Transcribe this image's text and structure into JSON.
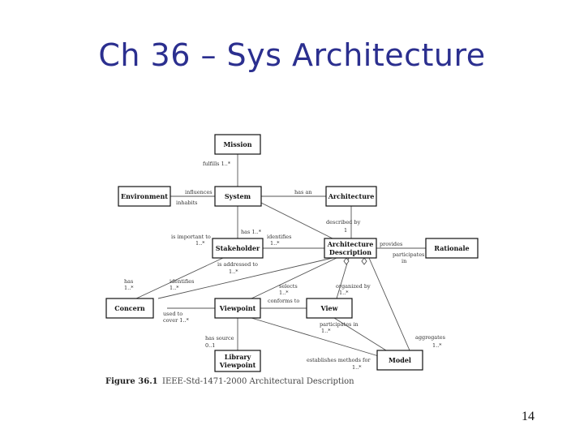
{
  "slide": {
    "title": "Ch 36 – Sys Architecture",
    "page_number": "14"
  },
  "figure": {
    "number": "Figure 36.1",
    "caption": "IEEE-Std-1471-2000 Architectural Description"
  },
  "boxes": {
    "mission": "Mission",
    "environment": "Environment",
    "system": "System",
    "architecture": "Architecture",
    "stakeholder": "Stakeholder",
    "arch_desc_1": "Architecture",
    "arch_desc_2": "Description",
    "rationale": "Rationale",
    "concern": "Concern",
    "viewpoint": "Viewpoint",
    "view": "View",
    "library_1": "Library",
    "library_2": "Viewpoint",
    "model": "Model"
  },
  "labels": {
    "fulfills": "fulfills 1..*",
    "influences": "influences",
    "inhabits": "inhabits",
    "has_an": "has an",
    "has_1n": "has 1..*",
    "identifies_1": "identifies",
    "identifies_1_mult": "1..*",
    "described_by": "described by",
    "described_by_mult": "1",
    "is_important_to": "is important to",
    "is_important_to_mult": "1..*",
    "provides": "provides",
    "participates_in_1": "participates",
    "participates_in_1b": "in",
    "is_addressed_to": "is addressed to",
    "is_addressed_to_mult": "1..*",
    "has_concern": "has",
    "has_concern_mult": "1..*",
    "identifies_2": "identifies",
    "identifies_2_mult": "1..*",
    "selects": "selects",
    "selects_mult": "1..*",
    "organized_by": "organized by",
    "organized_by_mult": "1..*",
    "conforms_to": "conforms to",
    "used_to": "used to",
    "cover": "cover 1..*",
    "participates_in_2": "participates in",
    "participates_in_2_mult": "1..*",
    "aggregates": "aggregates",
    "aggregates_mult": "1..*",
    "has_source": "has source",
    "has_source_mult": "0..1",
    "establishes_methods_for": "establishes methods for",
    "establishes_mult": "1..*"
  }
}
